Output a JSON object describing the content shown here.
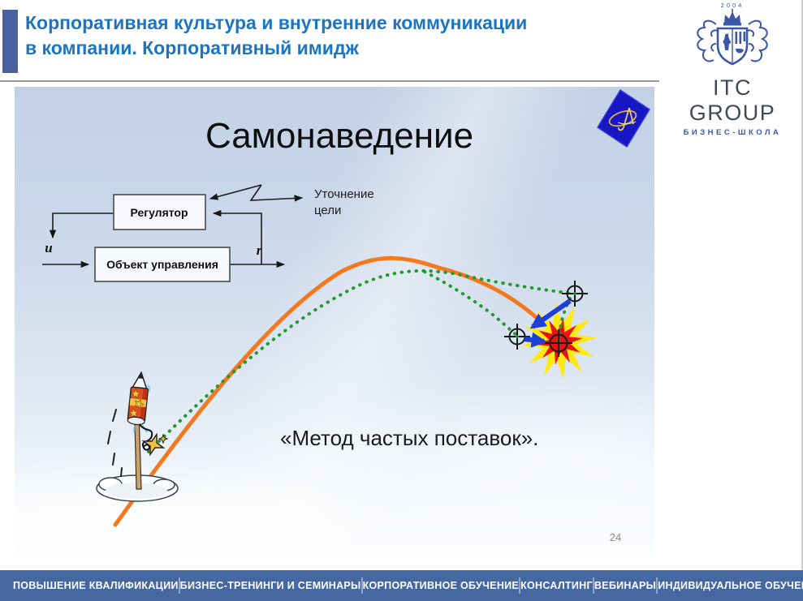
{
  "header": {
    "title_line1": "Корпоративная культура и внутренние коммуникации",
    "title_line2": "в компании. Корпоративный имидж",
    "title_color": "#1b75c0",
    "accent_bar_color": "#48639f"
  },
  "logo": {
    "year": "2004",
    "name": "ITC GROUP",
    "subtitle": "БИЗНЕС-ШКОЛА",
    "crest_color": "#3b57a8"
  },
  "slide": {
    "title": "Самонаведение",
    "caption": "«Метод частых поставок».",
    "page_number": "24",
    "diagram": {
      "regulator_label": "Регулятор",
      "object_label": "Объект управления",
      "signal_u": "u",
      "signal_r": "r",
      "note_line1": "Уточнение",
      "note_line2": "цели"
    },
    "colors": {
      "trajectory_orange": "#f4781f",
      "trajectory_green": "#229a2e",
      "arrow_blue": "#1e3ed8",
      "explosion_yellow": "#ffe912",
      "explosion_red": "#e81414",
      "background_top": "#c2d1e6"
    }
  },
  "footer": {
    "bar_color": "#46679f",
    "items": [
      "ПОВЫШЕНИЕ КВАЛИФИКАЦИИ",
      "БИЗНЕС-ТРЕНИНГИ И СЕМИНАРЫ",
      "КОРПОРАТИВНОЕ ОБУЧЕНИЕ",
      "КОНСАЛТИНГ",
      "ВЕБИНАРЫ",
      "ИНДИВИДУАЛЬНОЕ ОБУЧЕНИЕ"
    ]
  }
}
